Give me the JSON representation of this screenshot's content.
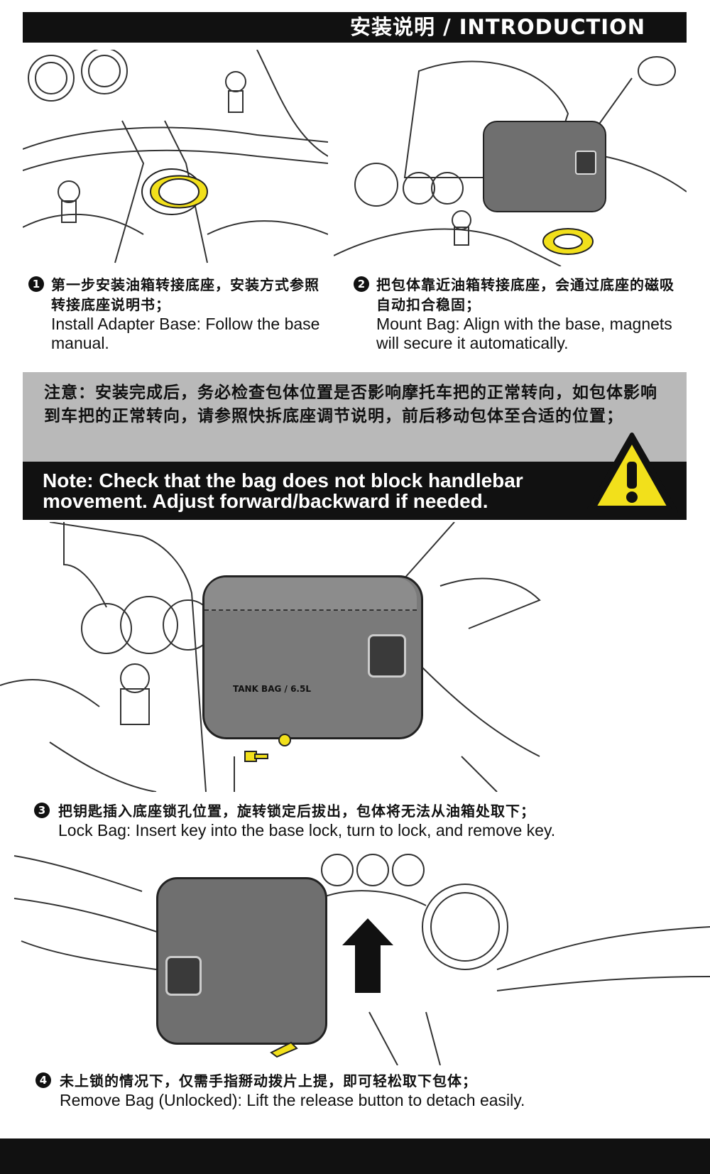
{
  "header": {
    "title": "安装说明 / INTRODUCTION"
  },
  "steps": [
    {
      "num": "1",
      "cn": "第一步安装油箱转接底座，安装方式参照转接底座说明书；",
      "en": "Install Adapter Base: Follow the base manual."
    },
    {
      "num": "2",
      "cn": "把包体靠近油箱转接底座，会通过底座的磁吸自动扣合稳固；",
      "en": "Mount Bag: Align with the base, magnets will secure it automatically."
    },
    {
      "num": "3",
      "cn": "把钥匙插入底座锁孔位置，旋转锁定后拔出，包体将无法从油箱处取下；",
      "en": "Lock Bag: Insert key into the base lock, turn to lock, and remove key."
    },
    {
      "num": "4",
      "cn": "未上锁的情况下，仅需手指掰动拨片上提，即可轻松取下包体；",
      "en": "Remove Bag (Unlocked): Lift the release button to detach easily."
    }
  ],
  "note": {
    "cn": "注意：安装完成后，务必检查包体位置是否影响摩托车把的正常转向，如包体影响到车把的正常转向，请参照快拆底座调节说明，前后移动包体至合适的位置；",
    "en": "Note: Check that the bag does not block handlebar movement. Adjust forward/backward if needed."
  },
  "colors": {
    "accent": "#f2e01b",
    "dark": "#111111",
    "gray": "#b9b9b9",
    "bag": "#6f6f6f"
  },
  "icons": {
    "warning": "warning-triangle-icon",
    "arrow": "up-arrow-icon"
  },
  "bag_label": "TANK BAG / 6.5L"
}
